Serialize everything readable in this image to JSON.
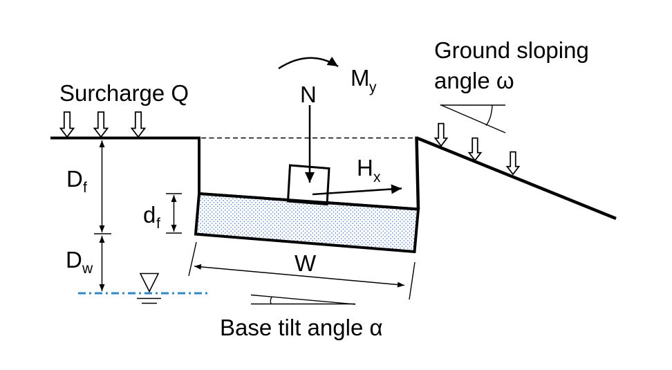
{
  "labels": {
    "surcharge": "Surcharge Q",
    "ground_slope_line1": "Ground sloping",
    "ground_slope_line2": "angle ω",
    "moment": {
      "base": "M",
      "sub": "y"
    },
    "axial_load": "N",
    "horizontal_load": {
      "base": "H",
      "sub": "x"
    },
    "embedment_depth": {
      "base": "D",
      "sub": "f"
    },
    "foundation_thickness": {
      "base": "d",
      "sub": "f"
    },
    "water_table_depth": {
      "base": "D",
      "sub": "w"
    },
    "foundation_width": "W",
    "base_tilt": "Base tilt angle α"
  },
  "colors": {
    "line": "#000000",
    "water_line_blue": "#2E86C8",
    "stipple_dot_blue": "#4472C4",
    "background": "#FFFFFF"
  }
}
